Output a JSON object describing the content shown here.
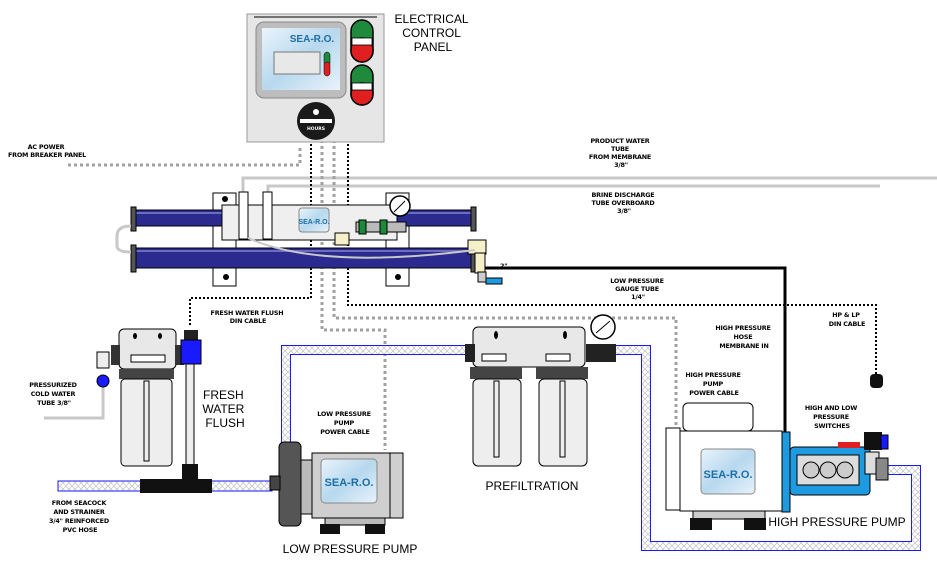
{
  "title": "Sea-Recovery Watermaker System Installation Diagram",
  "colors": {
    "membrane_blue": "#2b2b8f",
    "hose_blue": "#1a1aff",
    "pump_blue": "#1e9be0",
    "button_green": "#1f8a3c",
    "button_red": "#e02020",
    "cable_gray": "#9a9a9a",
    "tube_gray": "#c8c8c8"
  },
  "components": {
    "control_panel": {
      "label_lines": [
        "ELECTRICAL",
        "CONTROL",
        "PANEL"
      ],
      "brand": "SEA-R.O.",
      "hour_meter_label": "HOURS"
    },
    "membrane_assembly": {
      "brand": "SEA-R.O."
    },
    "fresh_water_flush": {
      "label_lines": [
        "FRESH",
        "WATER",
        "FLUSH"
      ]
    },
    "low_pressure_pump": {
      "label": "LOW PRESSURE PUMP",
      "brand": "SEA-R.O."
    },
    "prefiltration": {
      "label": "PREFILTRATION"
    },
    "high_pressure_pump": {
      "label": "HIGH PRESSURE PUMP",
      "brand": "SEA-R.O."
    }
  },
  "annotations": {
    "ac_power": [
      "AC POWER",
      "FROM BREAKER PANEL"
    ],
    "product_water": [
      "PRODUCT WATER",
      "TUBE",
      "FROM MEMBRANE",
      "3/8\""
    ],
    "brine_discharge": [
      "BRINE DISCHARGE",
      "TUBE OVERBOARD",
      "3/8\""
    ],
    "fresh_water_flush_cable": [
      "FRESH WATER FLUSH",
      "DIN CABLE"
    ],
    "low_pressure_gauge_tube": [
      "LOW PRESSURE",
      "GAUGE TUBE",
      "1/4\""
    ],
    "high_pressure_hose": [
      "HIGH PRESSURE",
      "HOSE",
      "MEMBRANE IN"
    ],
    "hp_lp_din_cable": [
      "HP & LP",
      "DIN CABLE"
    ],
    "hp_pump_power_cable": [
      "HIGH PRESSURE",
      "PUMP",
      "POWER CABLE"
    ],
    "hl_pressure_switches": [
      "HIGH AND LOW",
      "PRESSURE",
      "SWITCHES"
    ],
    "lp_pump_power_cable": [
      "LOW PRESSURE",
      "PUMP",
      "POWER CABLE"
    ],
    "pressurized_cold_water": [
      "PRESSURIZED",
      "COLD WATER",
      "TUBE 3/8\""
    ],
    "from_seacock": [
      "FROM SEACOCK",
      "AND STRAINER",
      "3/4\" REINFORCED",
      "PVC HOSE"
    ],
    "tube_size_marker": "2\""
  }
}
